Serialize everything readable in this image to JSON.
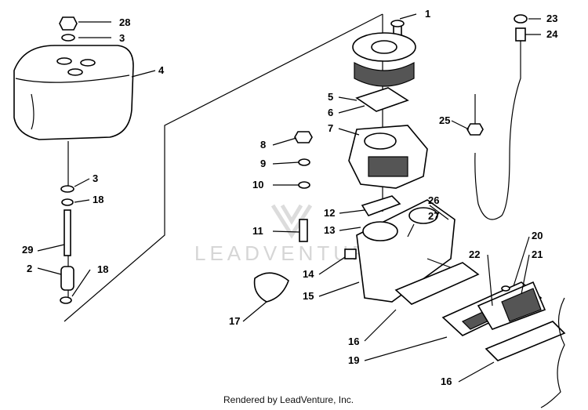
{
  "callouts": {
    "c1": "1",
    "c2": "2",
    "c3a": "3",
    "c3b": "3",
    "c4": "4",
    "c5": "5",
    "c6": "6",
    "c7": "7",
    "c8": "8",
    "c9": "9",
    "c10": "10",
    "c11": "11",
    "c12": "12",
    "c13": "13",
    "c14": "14",
    "c15": "15",
    "c16a": "16",
    "c16b": "16",
    "c17": "17",
    "c18a": "18",
    "c18b": "18",
    "c19": "19",
    "c20": "20",
    "c21": "21",
    "c22": "22",
    "c23": "23",
    "c24": "24",
    "c25": "25",
    "c26": "26",
    "c27": "27",
    "c28": "28",
    "c29": "29"
  },
  "watermark": "LEADVENTURE",
  "footer": "Rendered by LeadVenture, Inc."
}
